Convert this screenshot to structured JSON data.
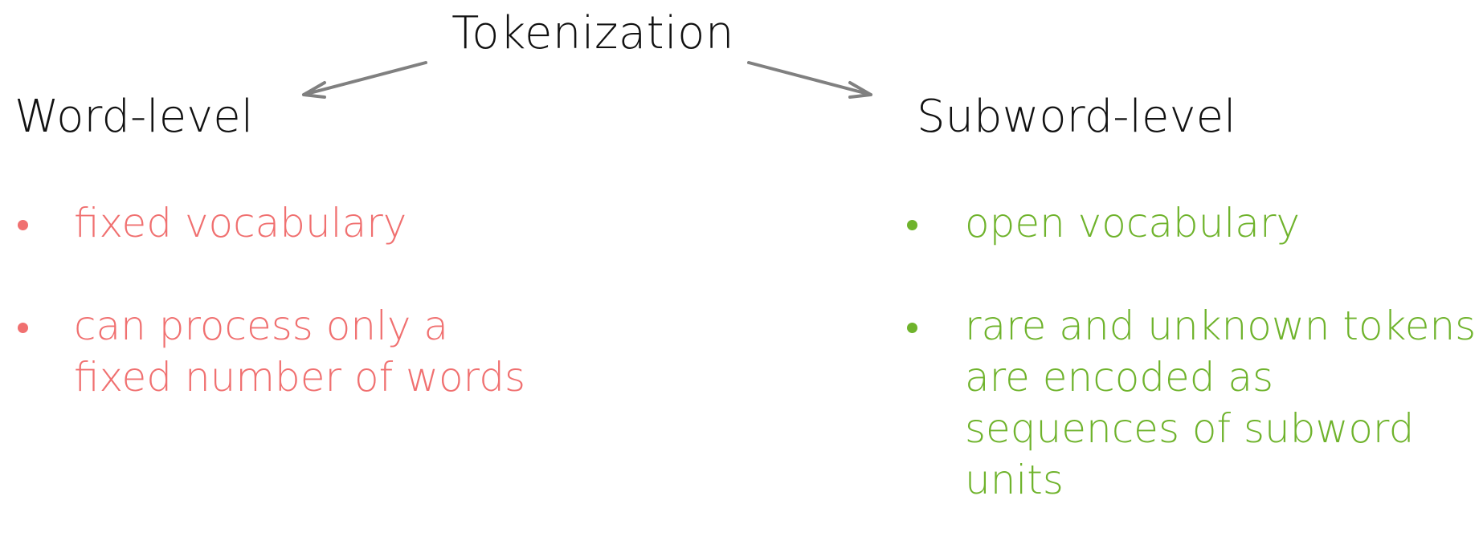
{
  "title": "Tokenization",
  "left": {
    "heading": "Word-level",
    "items": [
      {
        "text": "fixed vocabulary"
      },
      {
        "text": "can process only a fixed number of words"
      }
    ]
  },
  "right": {
    "heading": "Subword-level",
    "items": [
      {
        "text": "open vocabulary"
      },
      {
        "text": "rare and unknown tokens are encoded as sequences of subword units"
      }
    ]
  },
  "colors": {
    "negative": "#f07070",
    "positive": "#6fb32c",
    "arrow": "#808080",
    "text": "#111111"
  }
}
